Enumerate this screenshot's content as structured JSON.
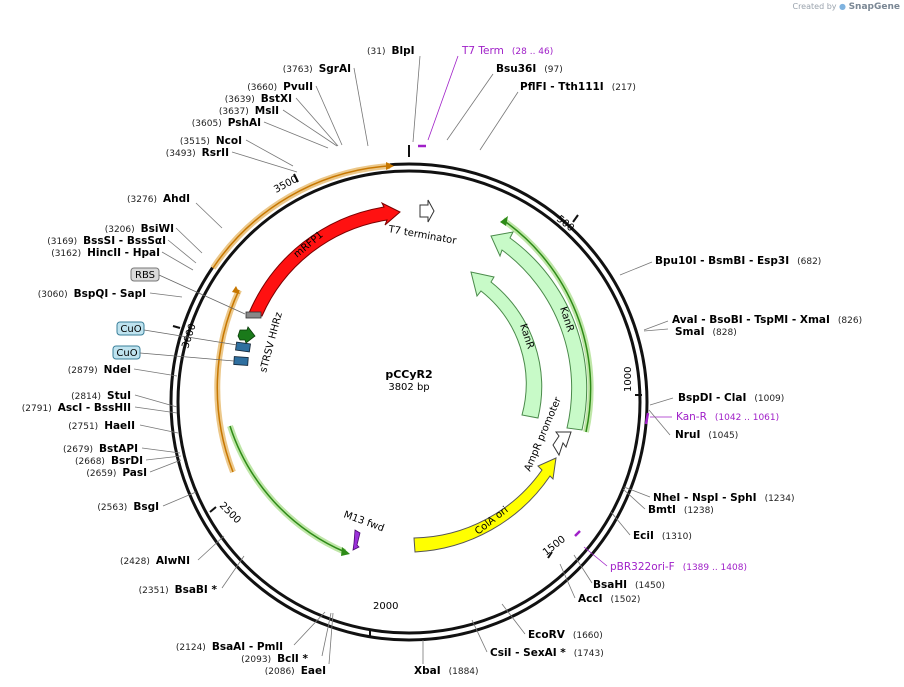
{
  "header": {
    "created_by": "Created by",
    "brand": "SnapGene"
  },
  "plasmid": {
    "name": "pCCyR2",
    "size_label": "3802 bp",
    "length": 3802
  },
  "ticks": [
    {
      "pos": 500,
      "label": "500"
    },
    {
      "pos": 1000,
      "label": "1000"
    },
    {
      "pos": 1500,
      "label": "1500"
    },
    {
      "pos": 2000,
      "label": "2000"
    },
    {
      "pos": 2500,
      "label": "2500"
    },
    {
      "pos": 3000,
      "label": "3000"
    },
    {
      "pos": 3500,
      "label": "3500"
    }
  ],
  "features": [
    {
      "name": "mRFP1",
      "color": "#ff1111",
      "label_color": "#ffffff",
      "style": "arrow"
    },
    {
      "name": "T7 terminator",
      "color": "#ffffff",
      "label_color": "#000000",
      "style": "terminator"
    },
    {
      "name": "KanR",
      "color": "#c8fac8",
      "label_color": "#000000",
      "style": "arrow"
    },
    {
      "name": "KanR",
      "color": "#c8fac8",
      "label_color": "#000000",
      "style": "arrow"
    },
    {
      "name": "AmpR promoter",
      "color": "#ffffff",
      "label_color": "#000000",
      "style": "promoter"
    },
    {
      "name": "ColA ori",
      "color": "#ffff00",
      "label_color": "#000000",
      "style": "arrow"
    },
    {
      "name": "M13 fwd",
      "color": "#9b30d9",
      "label_color": "#000000",
      "style": "primer"
    },
    {
      "name": "sTRSV HHRz",
      "color": "#2f6f9f",
      "label_color": "#000000",
      "style": "misc"
    }
  ],
  "tags": [
    "RBS",
    "CuO",
    "CuO"
  ],
  "sites": [
    {
      "name": "BlpI",
      "pos": "(31)"
    },
    {
      "name": "Bsu36I",
      "pos": "(97)"
    },
    {
      "name": "PflFI - Tth111I",
      "pos": "(217)"
    },
    {
      "name": "Bpu10I - BsmBI - Esp3I",
      "pos": "(682)"
    },
    {
      "name": "AvaI - BsoBI - TspMI - XmaI",
      "pos": "(826)"
    },
    {
      "name": "SmaI",
      "pos": "(828)"
    },
    {
      "name": "BspDI - ClaI",
      "pos": "(1009)"
    },
    {
      "name": "NruI",
      "pos": "(1045)"
    },
    {
      "name": "NheI - NspI - SphI",
      "pos": "(1234)"
    },
    {
      "name": "BmtI",
      "pos": "(1238)"
    },
    {
      "name": "EciI",
      "pos": "(1310)"
    },
    {
      "name": "BsaHI",
      "pos": "(1450)"
    },
    {
      "name": "AccI",
      "pos": "(1502)"
    },
    {
      "name": "EcoRV",
      "pos": "(1660)"
    },
    {
      "name": "CsiI - SexAI *",
      "pos": "(1743)"
    },
    {
      "name": "XbaI",
      "pos": "(1884)"
    },
    {
      "name": "EaeI",
      "pos": "(2086)"
    },
    {
      "name": "BclI *",
      "pos": "(2093)"
    },
    {
      "name": "BsaAI - PmlI",
      "pos": "(2124)"
    },
    {
      "name": "BsaBI *",
      "pos": "(2351)"
    },
    {
      "name": "AlwNI",
      "pos": "(2428)"
    },
    {
      "name": "BsgI",
      "pos": "(2563)"
    },
    {
      "name": "PasI",
      "pos": "(2659)"
    },
    {
      "name": "BsrDI",
      "pos": "(2668)"
    },
    {
      "name": "BstAPI",
      "pos": "(2679)"
    },
    {
      "name": "HaeII",
      "pos": "(2751)"
    },
    {
      "name": "AscI - BssHII",
      "pos": "(2791)"
    },
    {
      "name": "StuI",
      "pos": "(2814)"
    },
    {
      "name": "NdeI",
      "pos": "(2879)"
    },
    {
      "name": "BspQI - SapI",
      "pos": "(3060)"
    },
    {
      "name": "HincII - HpaI",
      "pos": "(3162)"
    },
    {
      "name": "BssSI - BssSαI",
      "pos": "(3169)"
    },
    {
      "name": "BsiWI",
      "pos": "(3206)"
    },
    {
      "name": "AhdI",
      "pos": "(3276)"
    },
    {
      "name": "RsrII",
      "pos": "(3493)"
    },
    {
      "name": "NcoI",
      "pos": "(3515)"
    },
    {
      "name": "PshAI",
      "pos": "(3605)"
    },
    {
      "name": "MslI",
      "pos": "(3637)"
    },
    {
      "name": "BstXI",
      "pos": "(3639)"
    },
    {
      "name": "PvuII",
      "pos": "(3660)"
    },
    {
      "name": "SgrAI",
      "pos": "(3763)"
    }
  ],
  "primers": [
    {
      "name": "T7 Term",
      "pos": "(28 .. 46)"
    },
    {
      "name": "Kan-R",
      "pos": "(1042 .. 1061)"
    },
    {
      "name": "pBR322ori-F",
      "pos": "(1389 .. 1408)"
    }
  ]
}
